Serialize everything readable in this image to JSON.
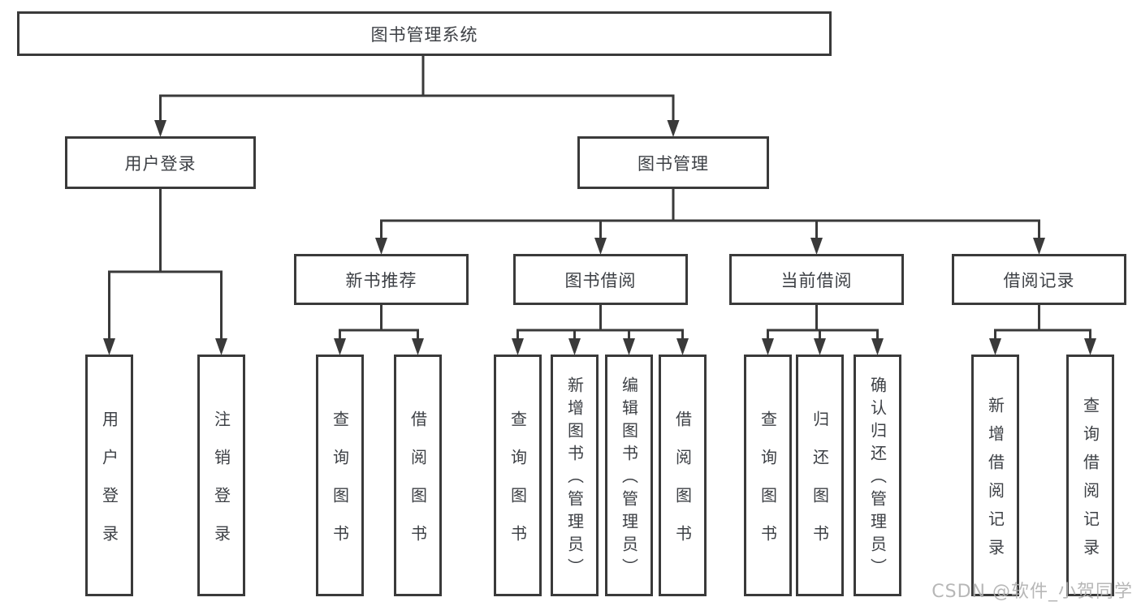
{
  "tree": {
    "root": {
      "label": "图书管理系统",
      "children": [
        {
          "label": "用户登录",
          "children": [
            {
              "label": "用户登录"
            },
            {
              "label": "注销登录"
            }
          ]
        },
        {
          "label": "图书管理",
          "children": [
            {
              "label": "新书推荐",
              "children": [
                {
                  "label": "查询图书"
                },
                {
                  "label": "借阅图书"
                }
              ]
            },
            {
              "label": "图书借阅",
              "children": [
                {
                  "label": "查询图书"
                },
                {
                  "label": "新增图书（管理员）"
                },
                {
                  "label": "编辑图书（管理员）"
                },
                {
                  "label": "借阅图书"
                }
              ]
            },
            {
              "label": "当前借阅",
              "children": [
                {
                  "label": "查询图书"
                },
                {
                  "label": "归还图书"
                },
                {
                  "label": "确认归还（管理员）"
                }
              ]
            },
            {
              "label": "借阅记录",
              "children": [
                {
                  "label": "新增借阅记录"
                },
                {
                  "label": "查询借阅记录"
                }
              ]
            }
          ]
        }
      ]
    }
  },
  "watermark": {
    "text": "CSDN @软件_小贺同学"
  },
  "colors": {
    "line": "#3a3a3a",
    "box_border": "#3a3a3a",
    "text": "#3d4045",
    "watermark": "#b0b0b0",
    "background": "#ffffff"
  }
}
